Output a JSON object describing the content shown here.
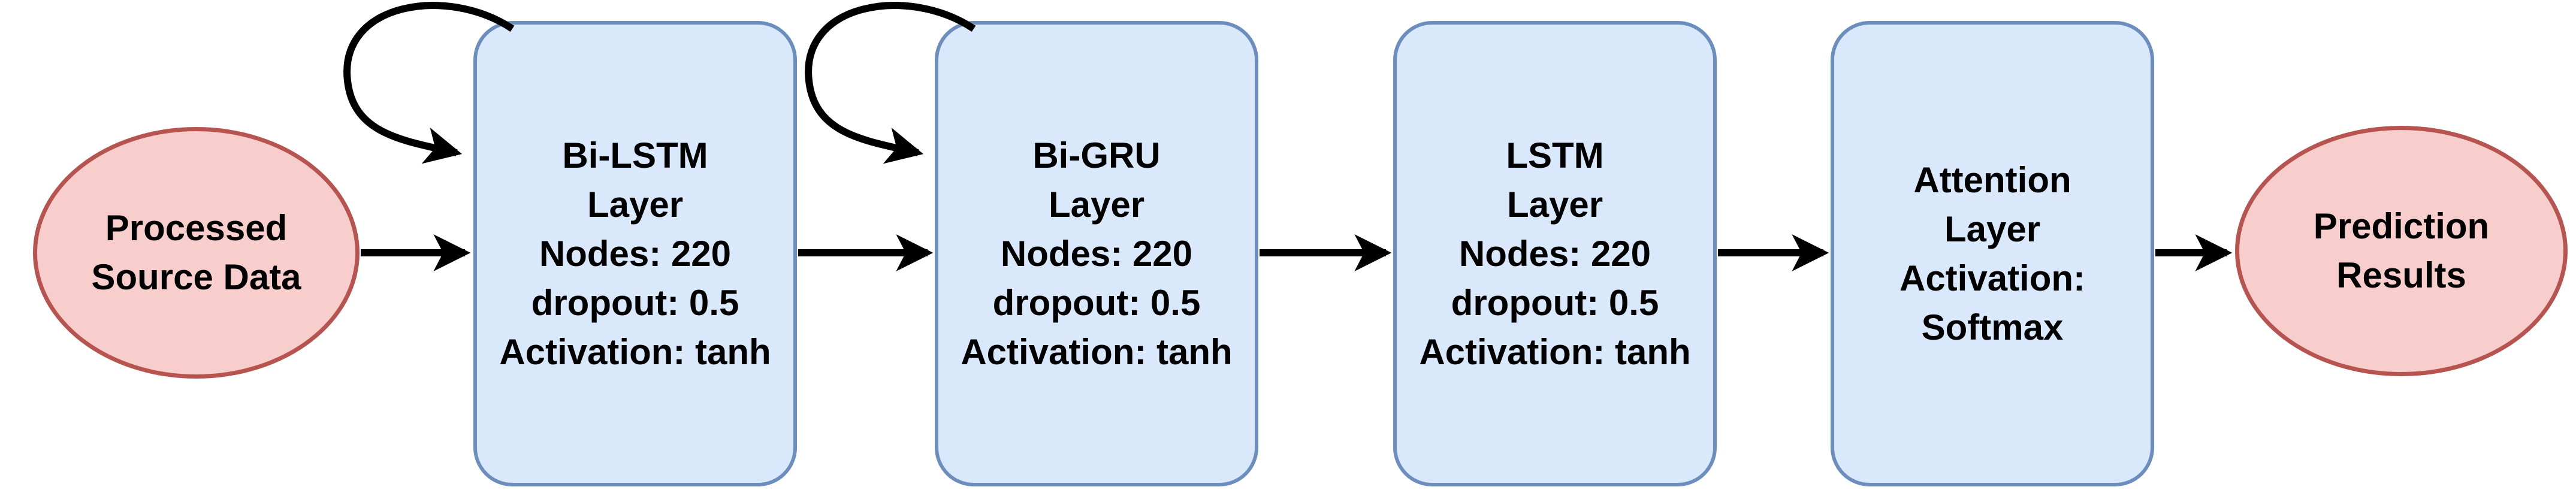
{
  "diagram": {
    "description": "Neural network architecture flow diagram",
    "colors": {
      "box_fill": "#dae8fc",
      "box_stroke": "#6c8ebf",
      "ellipse_fill": "#f8cecc",
      "ellipse_stroke": "#b85450",
      "arrow": "#000000",
      "text": "#000000",
      "background": "#ffffff"
    },
    "nodes": [
      {
        "id": "processed-source-data",
        "shape": "ellipse",
        "lines": [
          "Processed",
          "Source Data"
        ]
      },
      {
        "id": "bi-lstm-layer",
        "shape": "rounded-box",
        "self_loop": true,
        "lines": [
          "Bi-LSTM",
          "Layer",
          "Nodes: 220",
          "dropout: 0.5",
          "Activation: tanh"
        ]
      },
      {
        "id": "bi-gru-layer",
        "shape": "rounded-box",
        "self_loop": true,
        "lines": [
          "Bi-GRU",
          "Layer",
          "Nodes: 220",
          "dropout: 0.5",
          "Activation: tanh"
        ]
      },
      {
        "id": "lstm-layer",
        "shape": "rounded-box",
        "self_loop": false,
        "lines": [
          "LSTM",
          "Layer",
          "Nodes: 220",
          "dropout: 0.5",
          "Activation: tanh"
        ]
      },
      {
        "id": "attention-layer",
        "shape": "rounded-box",
        "self_loop": false,
        "lines": [
          "Attention",
          "Layer",
          "Activation:",
          "Softmax"
        ]
      },
      {
        "id": "prediction-results",
        "shape": "ellipse",
        "lines": [
          "Prediction",
          "Results"
        ]
      }
    ],
    "edges": [
      {
        "from": "processed-source-data",
        "to": "bi-lstm-layer",
        "type": "arrow"
      },
      {
        "from": "bi-lstm-layer",
        "to": "bi-lstm-layer",
        "type": "self-loop"
      },
      {
        "from": "bi-lstm-layer",
        "to": "bi-gru-layer",
        "type": "arrow"
      },
      {
        "from": "bi-gru-layer",
        "to": "bi-gru-layer",
        "type": "self-loop"
      },
      {
        "from": "bi-gru-layer",
        "to": "lstm-layer",
        "type": "arrow"
      },
      {
        "from": "lstm-layer",
        "to": "attention-layer",
        "type": "arrow"
      },
      {
        "from": "attention-layer",
        "to": "prediction-results",
        "type": "arrow"
      }
    ]
  }
}
